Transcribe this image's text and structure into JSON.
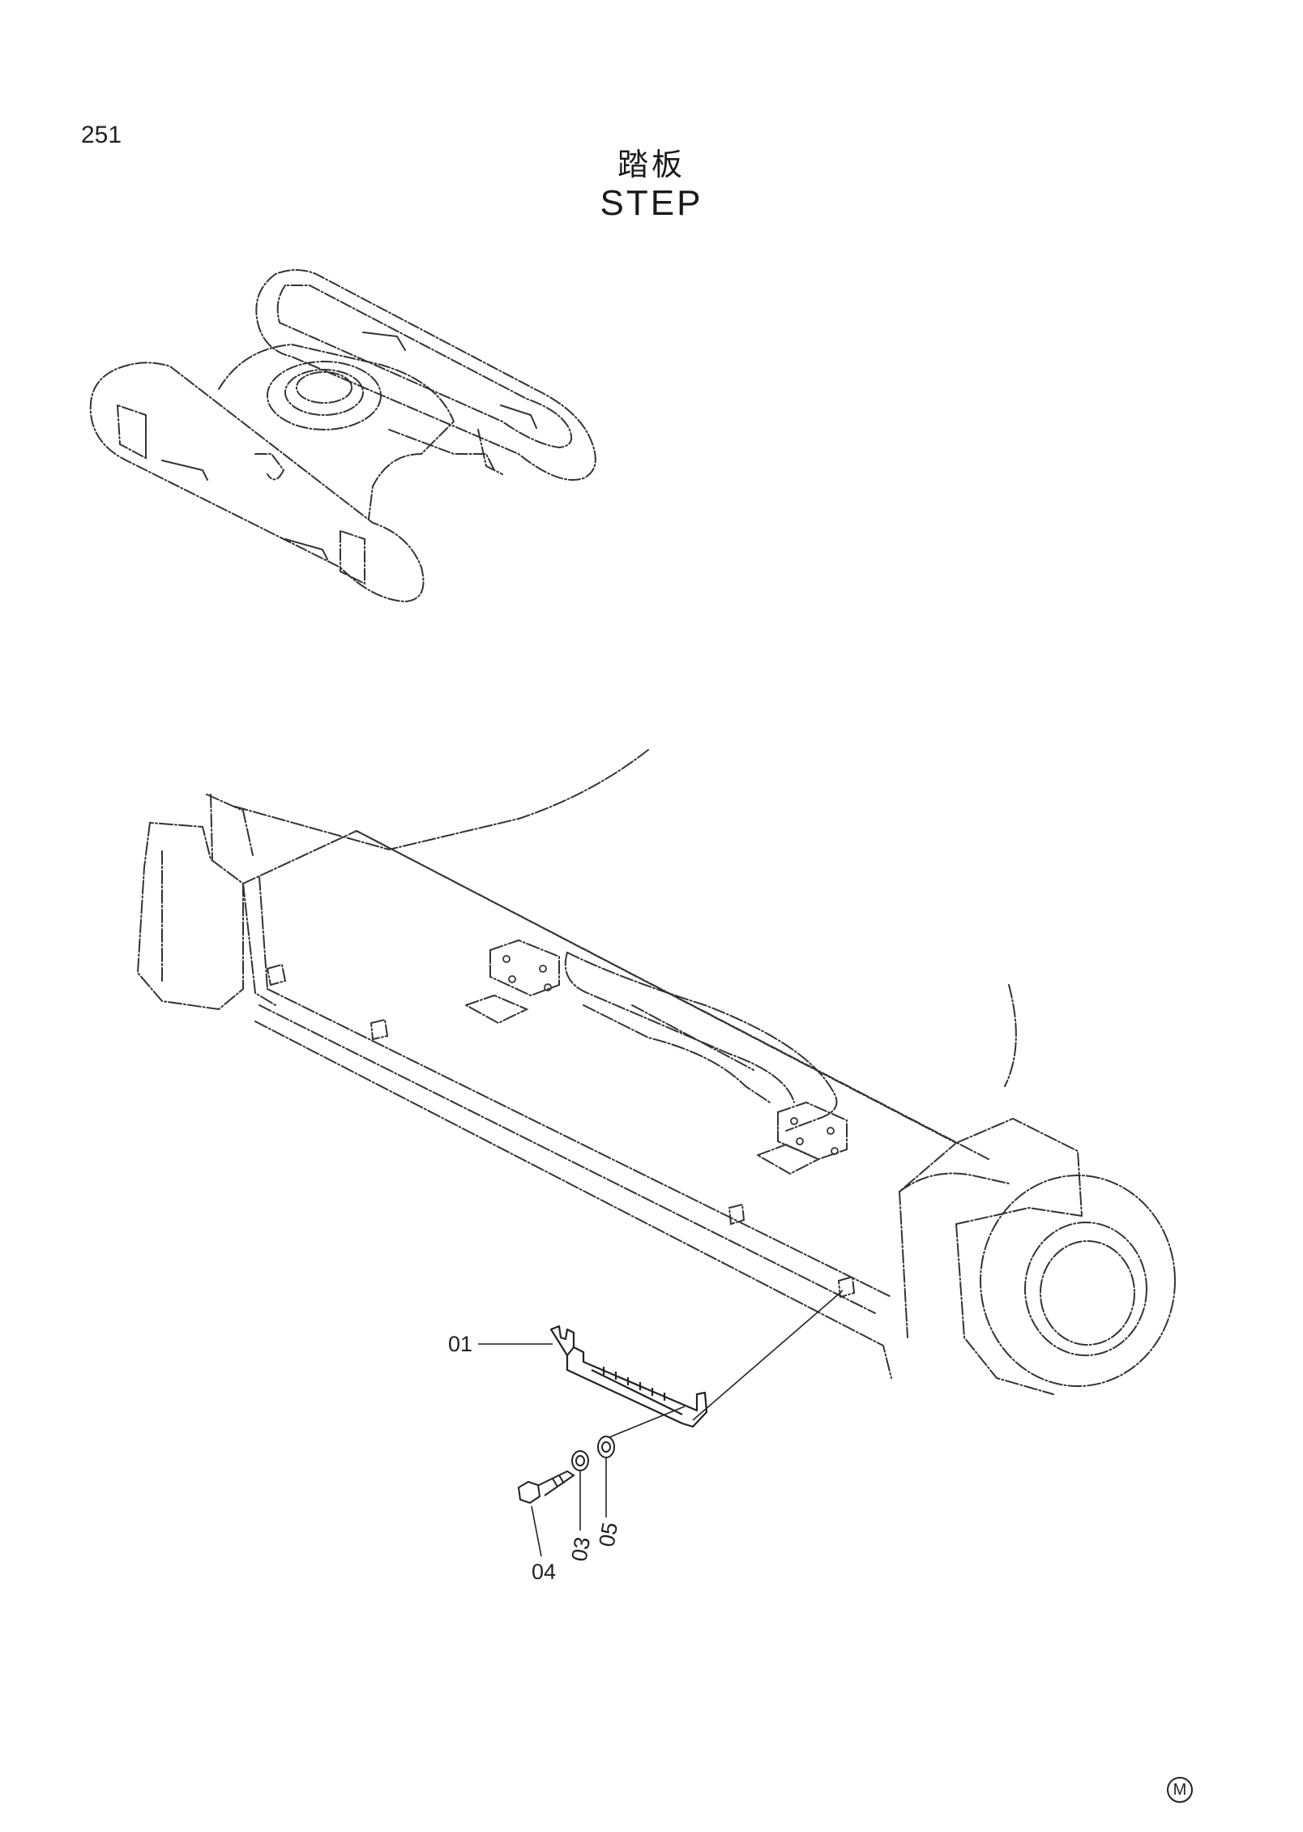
{
  "page_number": "251",
  "title": {
    "chinese": "踏板",
    "english": "STEP"
  },
  "callouts": [
    {
      "id": "01"
    },
    {
      "id": "03"
    },
    {
      "id": "04"
    },
    {
      "id": "05"
    }
  ],
  "mark": "M"
}
